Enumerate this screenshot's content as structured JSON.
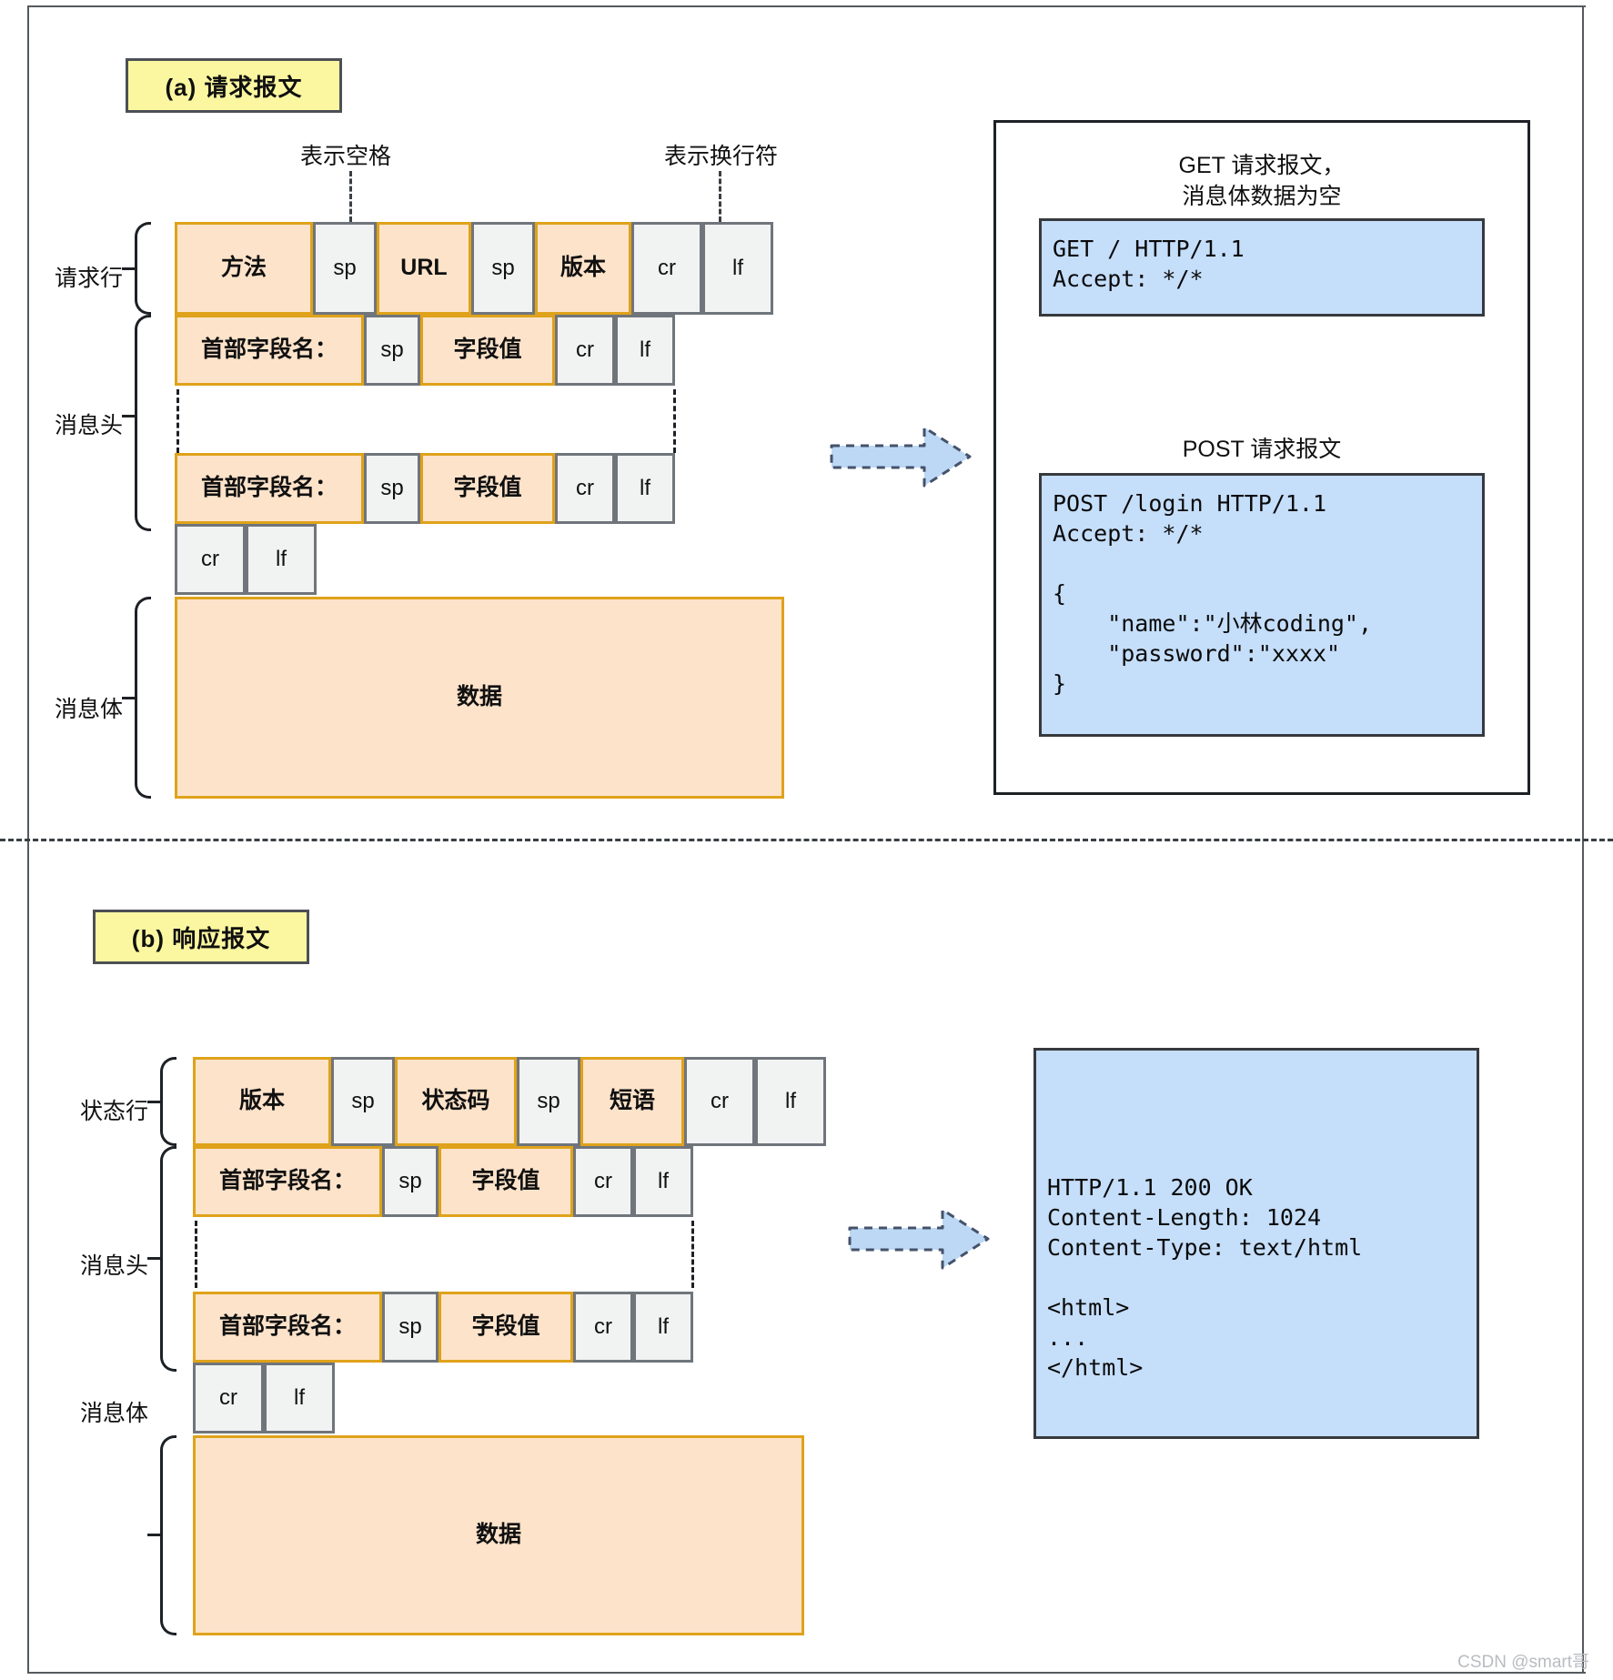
{
  "figure": {
    "watermark": "CSDN @smart哥"
  },
  "sections": [
    {
      "id": "request",
      "caption": "(a) 请求报文",
      "annotations": [
        {
          "name": "space-annotation",
          "text": "表示空格"
        },
        {
          "name": "newline-annotation",
          "text": "表示换行符"
        }
      ],
      "row_labels": [
        {
          "name": "request-line-label",
          "text": "请求行"
        },
        {
          "name": "message-header-label",
          "text": "消息头"
        },
        {
          "name": "message-body-label",
          "text": "消息体"
        }
      ],
      "request_line": [
        {
          "text": "方法",
          "kind": "field"
        },
        {
          "text": "sp",
          "kind": "ctrl"
        },
        {
          "text": "URL",
          "kind": "field"
        },
        {
          "text": "sp",
          "kind": "ctrl"
        },
        {
          "text": "版本",
          "kind": "field"
        },
        {
          "text": "cr",
          "kind": "ctrl"
        },
        {
          "text": "lf",
          "kind": "ctrl"
        }
      ],
      "header_line": [
        {
          "text": "首部字段名：",
          "kind": "field"
        },
        {
          "text": "sp",
          "kind": "ctrl"
        },
        {
          "text": "字段值",
          "kind": "field"
        },
        {
          "text": "cr",
          "kind": "ctrl"
        },
        {
          "text": "lf",
          "kind": "ctrl"
        }
      ],
      "blank_line": [
        {
          "text": "cr",
          "kind": "ctrl"
        },
        {
          "text": "lf",
          "kind": "ctrl"
        }
      ],
      "body_cell": {
        "text": "数据",
        "kind": "body"
      },
      "examples": {
        "get_title": "GET 请求报文，\n消息体数据为空",
        "get_code": "GET / HTTP/1.1\nAccept: */*",
        "post_title": "POST 请求报文",
        "post_code": "POST /login HTTP/1.1\nAccept: */*\n\n{\n    \"name\":\"小林coding\",\n    \"password\":\"xxxx\"\n}"
      }
    },
    {
      "id": "response",
      "caption": "(b) 响应报文",
      "row_labels": [
        {
          "name": "status-line-label",
          "text": "状态行"
        },
        {
          "name": "message-header-label",
          "text": "消息头"
        },
        {
          "name": "message-body-label",
          "text": "消息体"
        }
      ],
      "status_line": [
        {
          "text": "版本",
          "kind": "field"
        },
        {
          "text": "sp",
          "kind": "ctrl"
        },
        {
          "text": "状态码",
          "kind": "field"
        },
        {
          "text": "sp",
          "kind": "ctrl"
        },
        {
          "text": "短语",
          "kind": "field"
        },
        {
          "text": "cr",
          "kind": "ctrl"
        },
        {
          "text": "lf",
          "kind": "ctrl"
        }
      ],
      "header_line": [
        {
          "text": "首部字段名：",
          "kind": "field"
        },
        {
          "text": "sp",
          "kind": "ctrl"
        },
        {
          "text": "字段值",
          "kind": "field"
        },
        {
          "text": "cr",
          "kind": "ctrl"
        },
        {
          "text": "lf",
          "kind": "ctrl"
        }
      ],
      "blank_line": [
        {
          "text": "cr",
          "kind": "ctrl"
        },
        {
          "text": "lf",
          "kind": "ctrl"
        }
      ],
      "body_cell": {
        "text": "数据",
        "kind": "body"
      },
      "examples": {
        "response_code": "HTTP/1.1 200 OK\nContent-Length: 1024\nContent-Type: text/html\n\n<html>\n...\n</html>"
      }
    }
  ],
  "colors": {
    "field_fill": "#fde3ca",
    "field_stroke": "#dfa21a",
    "ctrl_fill": "#f1f2f2",
    "ctrl_stroke": "#6f757b",
    "code_fill": "#c5defa",
    "code_stroke": "#36393d",
    "caption_fill": "#fbf7a0",
    "arrow_fill": "#bcd8f5"
  }
}
